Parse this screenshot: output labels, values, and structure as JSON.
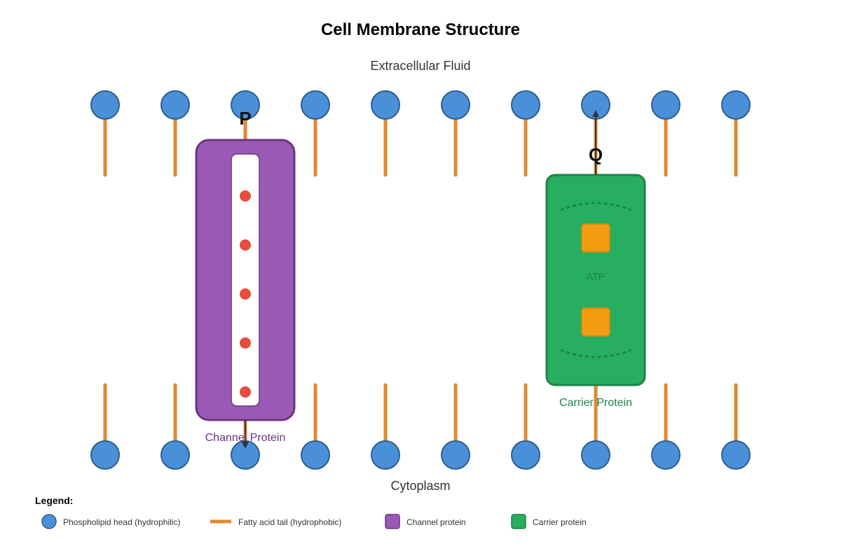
{
  "title": "Cell Membrane Structure",
  "regions": {
    "top": "Extracellular Fluid",
    "bottom": "Cytoplasm"
  },
  "markers": {
    "channel": "P",
    "carrier": "Q"
  },
  "proteins": {
    "channel": {
      "label": "Channel Protein",
      "color": "#9b59b6",
      "border": "#6c3483",
      "label_color": "#6c3483"
    },
    "carrier": {
      "label": "Carrier Protein",
      "color": "#27ae60",
      "border": "#1e8449",
      "label_color": "#1e8449",
      "inner_label": "ATP"
    }
  },
  "colors": {
    "head": "#4a90d9",
    "head_border": "#2c5f8a",
    "tail": "#e08a2e",
    "ion": "#e74c3c",
    "binding_site": "#f39c12",
    "arrow": "#333333"
  },
  "legend": {
    "title": "Legend:",
    "items": [
      {
        "shape": "circle",
        "label": "Phospholipid head (hydrophilic)"
      },
      {
        "shape": "line",
        "label": "Fatty acid tail (hydrophobic)"
      },
      {
        "shape": "square-channel",
        "label": "Channel protein"
      },
      {
        "shape": "square-carrier",
        "label": "Carrier protein"
      }
    ]
  }
}
